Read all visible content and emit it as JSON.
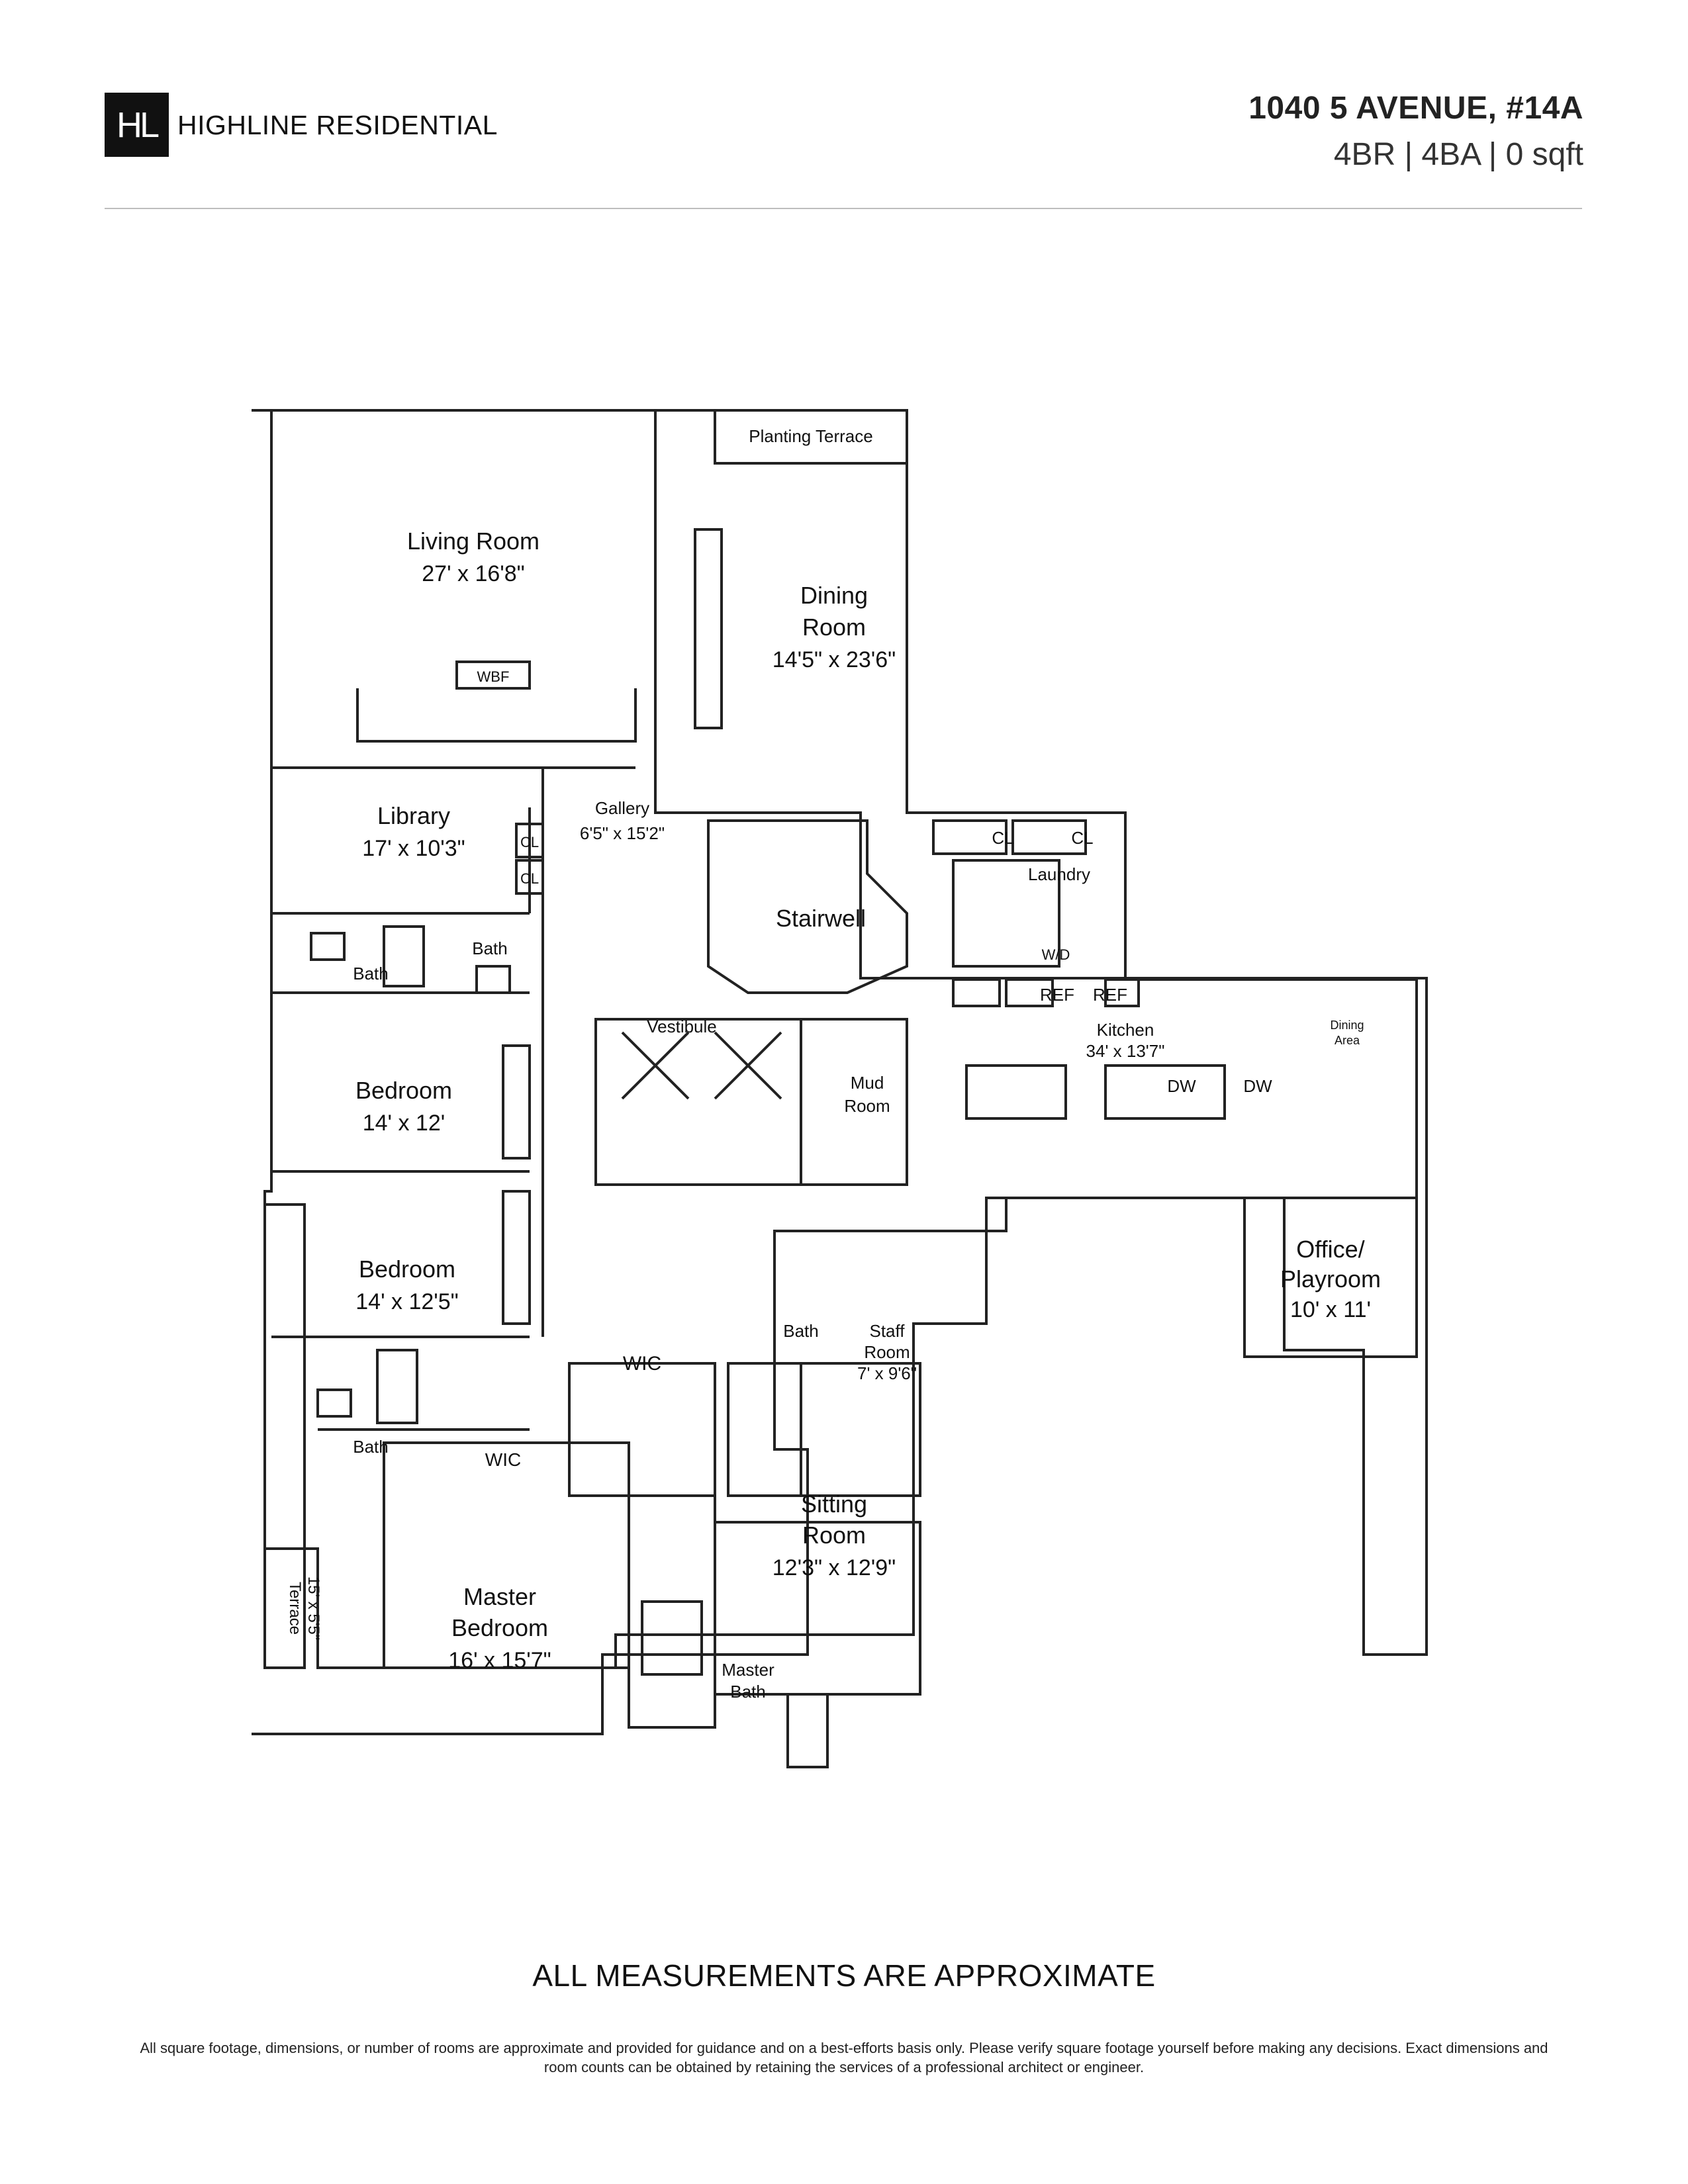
{
  "header": {
    "logo_text": "HL",
    "brand": "HIGHLINE RESIDENTIAL",
    "address": "1040 5 AVENUE, #14A",
    "specs": "4BR | 4BA | 0 sqft"
  },
  "floorplan": {
    "planting_terrace": "Planting Terrace",
    "living_room": {
      "name": "Living Room",
      "dims": "27' x 16'8\""
    },
    "dining_room": {
      "name_1": "Dining",
      "name_2": "Room",
      "dims": "14'5\" x 23'6\""
    },
    "wbf": "WBF",
    "library": {
      "name": "Library",
      "dims": "17' x 10'3\""
    },
    "gallery": {
      "name": "Gallery",
      "dims": "6'5\" x 15'2\""
    },
    "stairwell": "Stairwell",
    "cl": "CL",
    "laundry": "Laundry",
    "wd": "W/D",
    "ref": "REF",
    "kitchen": {
      "name": "Kitchen",
      "dims": "34' x 13'7\""
    },
    "dining_area_1": "Dining",
    "dining_area_2": "Area",
    "dw": "DW",
    "bath": "Bath",
    "vestibule": "Vestibule",
    "mud_room_1": "Mud",
    "mud_room_2": "Room",
    "bedroom": "Bedroom",
    "bedroom_1_dims": "14' x 12'",
    "bedroom_2_dims": "14' x 12'5\"",
    "office": {
      "name_1": "Office/",
      "name_2": "Playroom",
      "dims": "10' x 11'"
    },
    "wic": "WIC",
    "staff_room": {
      "name_1": "Staff",
      "name_2": "Room",
      "dims": "7' x 9'6\""
    },
    "sitting_room": {
      "name_1": "Sitting",
      "name_2": "Room",
      "dims": "12'3\" x 12'9\""
    },
    "terrace": {
      "name": "Terrace",
      "dims": "15' x 5'5\""
    },
    "master_bedroom": {
      "name_1": "Master",
      "name_2": "Bedroom",
      "dims": "16' x 15'7\""
    },
    "master_bath_1": "Master",
    "master_bath_2": "Bath"
  },
  "footer": {
    "approx": "ALL MEASUREMENTS ARE APPROXIMATE",
    "disclaimer": "All square footage, dimensions, or number of rooms are approximate and provided for guidance and on a best-efforts basis only. Please verify square footage yourself before making any decisions. Exact dimensions and room counts can be obtained by retaining the services of a professional architect or engineer."
  }
}
